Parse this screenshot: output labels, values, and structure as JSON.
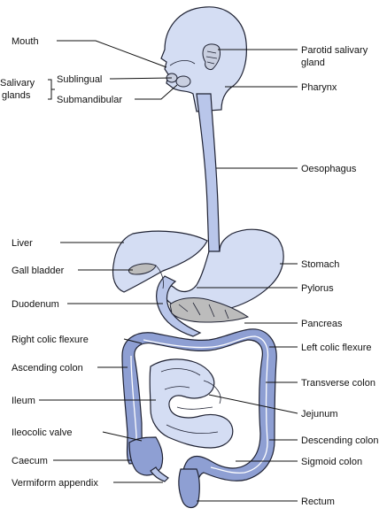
{
  "labels": {
    "mouth": "Mouth",
    "salivary_glands_line1": "Salivary",
    "salivary_glands_line2": "glands",
    "sublingual": "Sublingual",
    "submandibular": "Submandibular",
    "parotid_line1": "Parotid salivary",
    "parotid_line2": "gland",
    "pharynx": "Pharynx",
    "oesophagus": "Oesophagus",
    "liver": "Liver",
    "gall_bladder": "Gall bladder",
    "stomach": "Stomach",
    "pylorus": "Pylorus",
    "duodenum": "Duodenum",
    "pancreas": "Pancreas",
    "right_colic_flexure": "Right colic flexure",
    "left_colic_flexure": "Left colic flexure",
    "ascending_colon": "Ascending colon",
    "transverse_colon": "Transverse colon",
    "ileum": "Ileum",
    "jejunum": "Jejunum",
    "ileocolic_valve": "Ileocolic valve",
    "descending_colon": "Descending colon",
    "caecum": "Caecum",
    "sigmoid_colon": "Sigmoid colon",
    "vermiform_appendix": "Vermiform appendix",
    "rectum": "Rectum"
  },
  "colors": {
    "organ": "#b9c6ea",
    "organ_light": "#d4ddf3",
    "organ_dark": "#8e9fd3",
    "pancreas": "#bcbcbc",
    "outline": "#1f2233"
  }
}
